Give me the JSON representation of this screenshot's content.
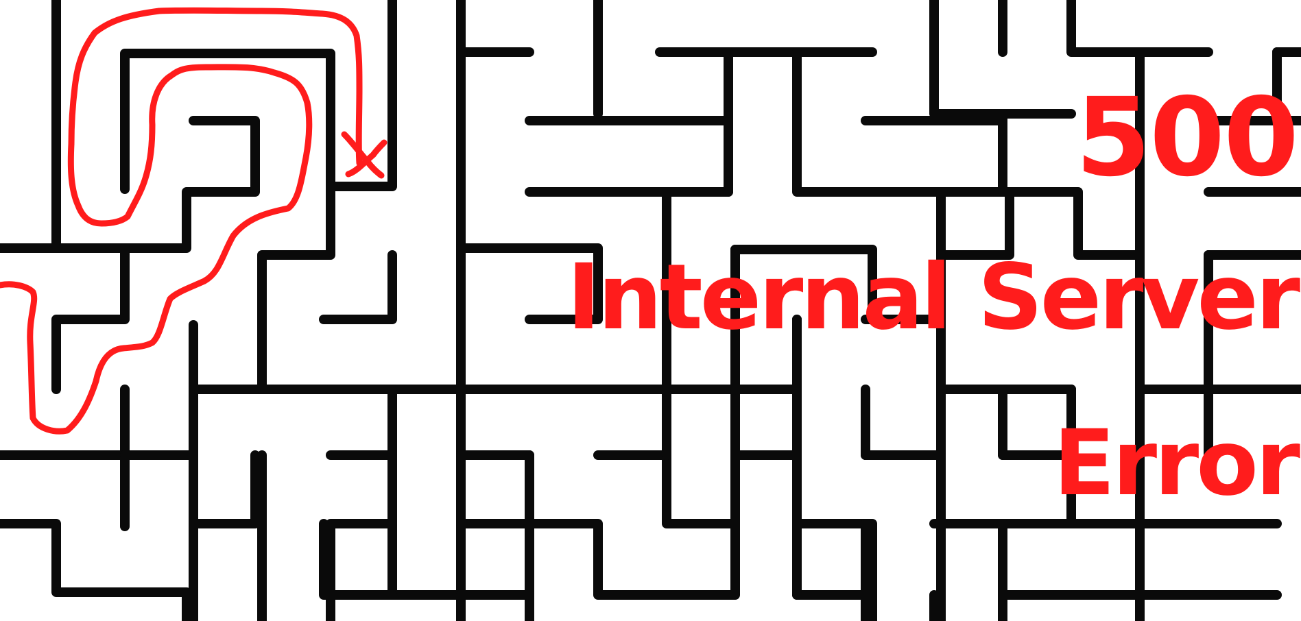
{
  "error": {
    "code": "500",
    "title_line1": "Internal Server",
    "title_line2": "Error"
  },
  "colors": {
    "background": "#ffffff",
    "maze_wall": "#0a0a0a",
    "accent_red": "#ff1c1c"
  }
}
